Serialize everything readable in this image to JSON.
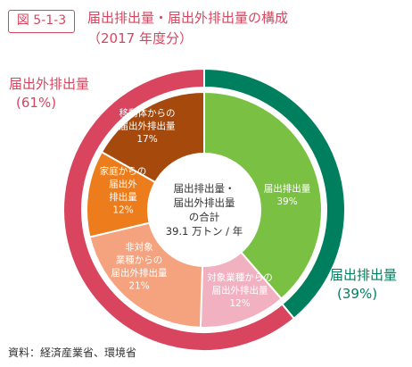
{
  "header": {
    "figure_label": "図 5-1-3",
    "title": "届出排出量・届出外排出量の構成",
    "subtitle": "（2017 年度分）"
  },
  "footer": {
    "source": "資料：経済産業省、環境省"
  },
  "colors": {
    "accent": "#d9455f",
    "outer_reported": "#007f5f",
    "outer_unreported": "#d9455f"
  },
  "chart_data": {
    "type": "pie",
    "center_label": [
      "届出排出量・",
      "届出外排出量",
      "の合計",
      "39.1 万トン / 年"
    ],
    "outer_ring": [
      {
        "name": "届出排出量",
        "percent_label": "(39%)",
        "value": 39,
        "color": "#007f5f"
      },
      {
        "name": "届出外排出量",
        "percent_label": "(61%)",
        "value": 61,
        "color": "#d9455f"
      }
    ],
    "inner_pie": [
      {
        "lines": [
          "届出排出量"
        ],
        "percent_label": "39%",
        "value": 39,
        "color": "#7ac143"
      },
      {
        "lines": [
          "対象業種からの",
          "届出外排出量"
        ],
        "percent_label": "12%",
        "value": 12,
        "color": "#f2b1c1"
      },
      {
        "lines": [
          "非対象",
          "業種からの",
          "届出外排出量"
        ],
        "percent_label": "21%",
        "value": 21,
        "color": "#f5a37f"
      },
      {
        "lines": [
          "家庭からの",
          "届出外",
          "排出量"
        ],
        "percent_label": "12%",
        "value": 12,
        "color": "#ed7d1c"
      },
      {
        "lines": [
          "移動体からの",
          "届出外排出量"
        ],
        "percent_label": "17%",
        "value": 17,
        "color": "#a54a0c"
      }
    ]
  }
}
